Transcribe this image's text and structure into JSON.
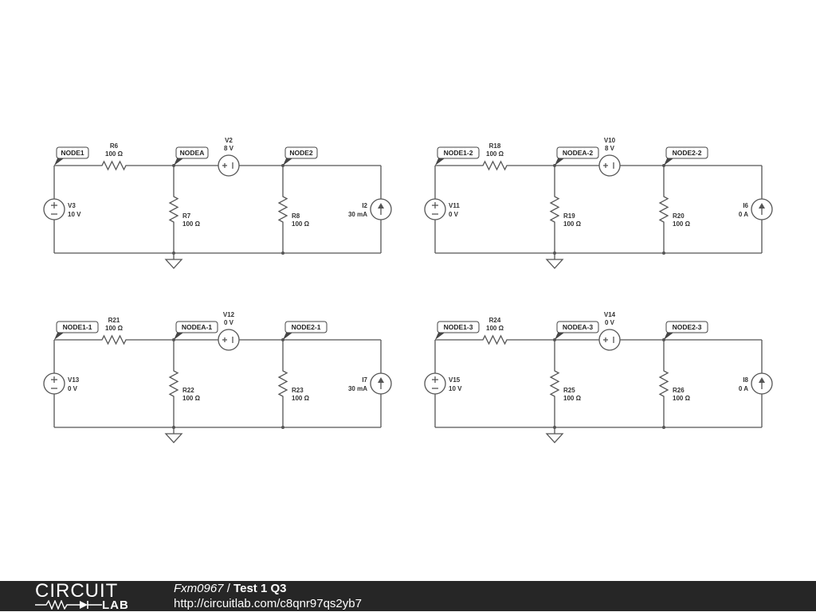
{
  "circuits": [
    {
      "nodes": [
        "NODE1",
        "NODEA",
        "NODE2"
      ],
      "series_resistor": {
        "name": "R6",
        "value": "100 Ω"
      },
      "series_source": {
        "name": "V2",
        "value": "8 V"
      },
      "left_source": {
        "name": "V3",
        "value": "10 V"
      },
      "mid_resistor": {
        "name": "R7",
        "value": "100 Ω"
      },
      "right_resistor": {
        "name": "R8",
        "value": "100 Ω"
      },
      "current_source": {
        "name": "I2",
        "value": "30 mA"
      }
    },
    {
      "nodes": [
        "NODE1-2",
        "NODEA-2",
        "NODE2-2"
      ],
      "series_resistor": {
        "name": "R18",
        "value": "100 Ω"
      },
      "series_source": {
        "name": "V10",
        "value": "8 V"
      },
      "left_source": {
        "name": "V11",
        "value": "0 V"
      },
      "mid_resistor": {
        "name": "R19",
        "value": "100 Ω"
      },
      "right_resistor": {
        "name": "R20",
        "value": "100 Ω"
      },
      "current_source": {
        "name": "I6",
        "value": "0 A"
      }
    },
    {
      "nodes": [
        "NODE1-1",
        "NODEA-1",
        "NODE2-1"
      ],
      "series_resistor": {
        "name": "R21",
        "value": "100 Ω"
      },
      "series_source": {
        "name": "V12",
        "value": "0 V"
      },
      "left_source": {
        "name": "V13",
        "value": "0 V"
      },
      "mid_resistor": {
        "name": "R22",
        "value": "100 Ω"
      },
      "right_resistor": {
        "name": "R23",
        "value": "100 Ω"
      },
      "current_source": {
        "name": "I7",
        "value": "30 mA"
      }
    },
    {
      "nodes": [
        "NODE1-3",
        "NODEA-3",
        "NODE2-3"
      ],
      "series_resistor": {
        "name": "R24",
        "value": "100 Ω"
      },
      "series_source": {
        "name": "V14",
        "value": "0 V"
      },
      "left_source": {
        "name": "V15",
        "value": "10 V"
      },
      "mid_resistor": {
        "name": "R25",
        "value": "100 Ω"
      },
      "right_resistor": {
        "name": "R26",
        "value": "100 Ω"
      },
      "current_source": {
        "name": "I8",
        "value": "0 A"
      }
    }
  ],
  "footer": {
    "logo_top": "CIRCUIT",
    "logo_bottom": "LAB",
    "author": "Fxm0967",
    "separator": " / ",
    "title": "Test 1 Q3",
    "url": "http://circuitlab.com/c8qnr97qs2yb7"
  }
}
